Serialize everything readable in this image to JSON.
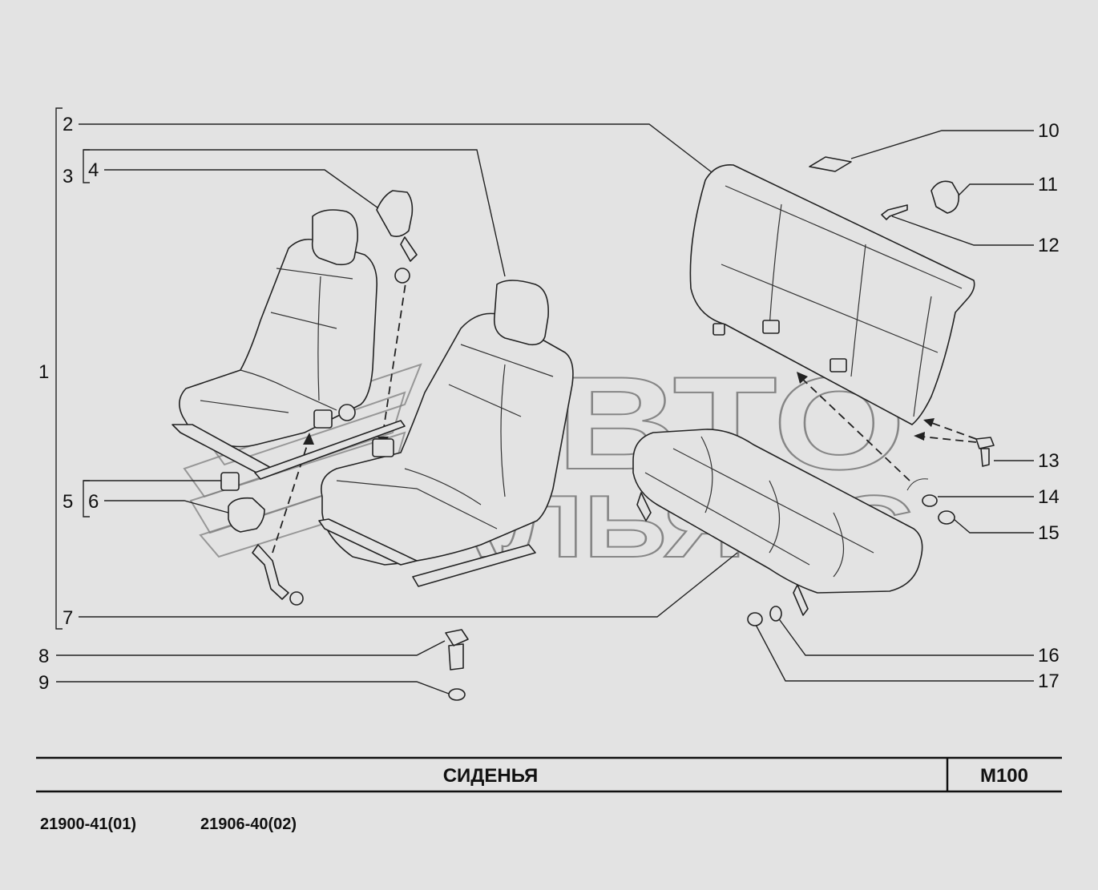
{
  "labels": [
    "1",
    "2",
    "3",
    "4",
    "5",
    "6",
    "7",
    "8",
    "9",
    "10",
    "11",
    "12",
    "13",
    "14",
    "15",
    "16",
    "17"
  ],
  "watermark": {
    "line1": "АВТО",
    "line2": "АЛЬЯНС"
  },
  "title_block": {
    "title": "СИДЕНЬЯ",
    "code": "M100"
  },
  "footer": {
    "ref1": "21900-41(01)",
    "ref2": "21906-40(02)"
  }
}
